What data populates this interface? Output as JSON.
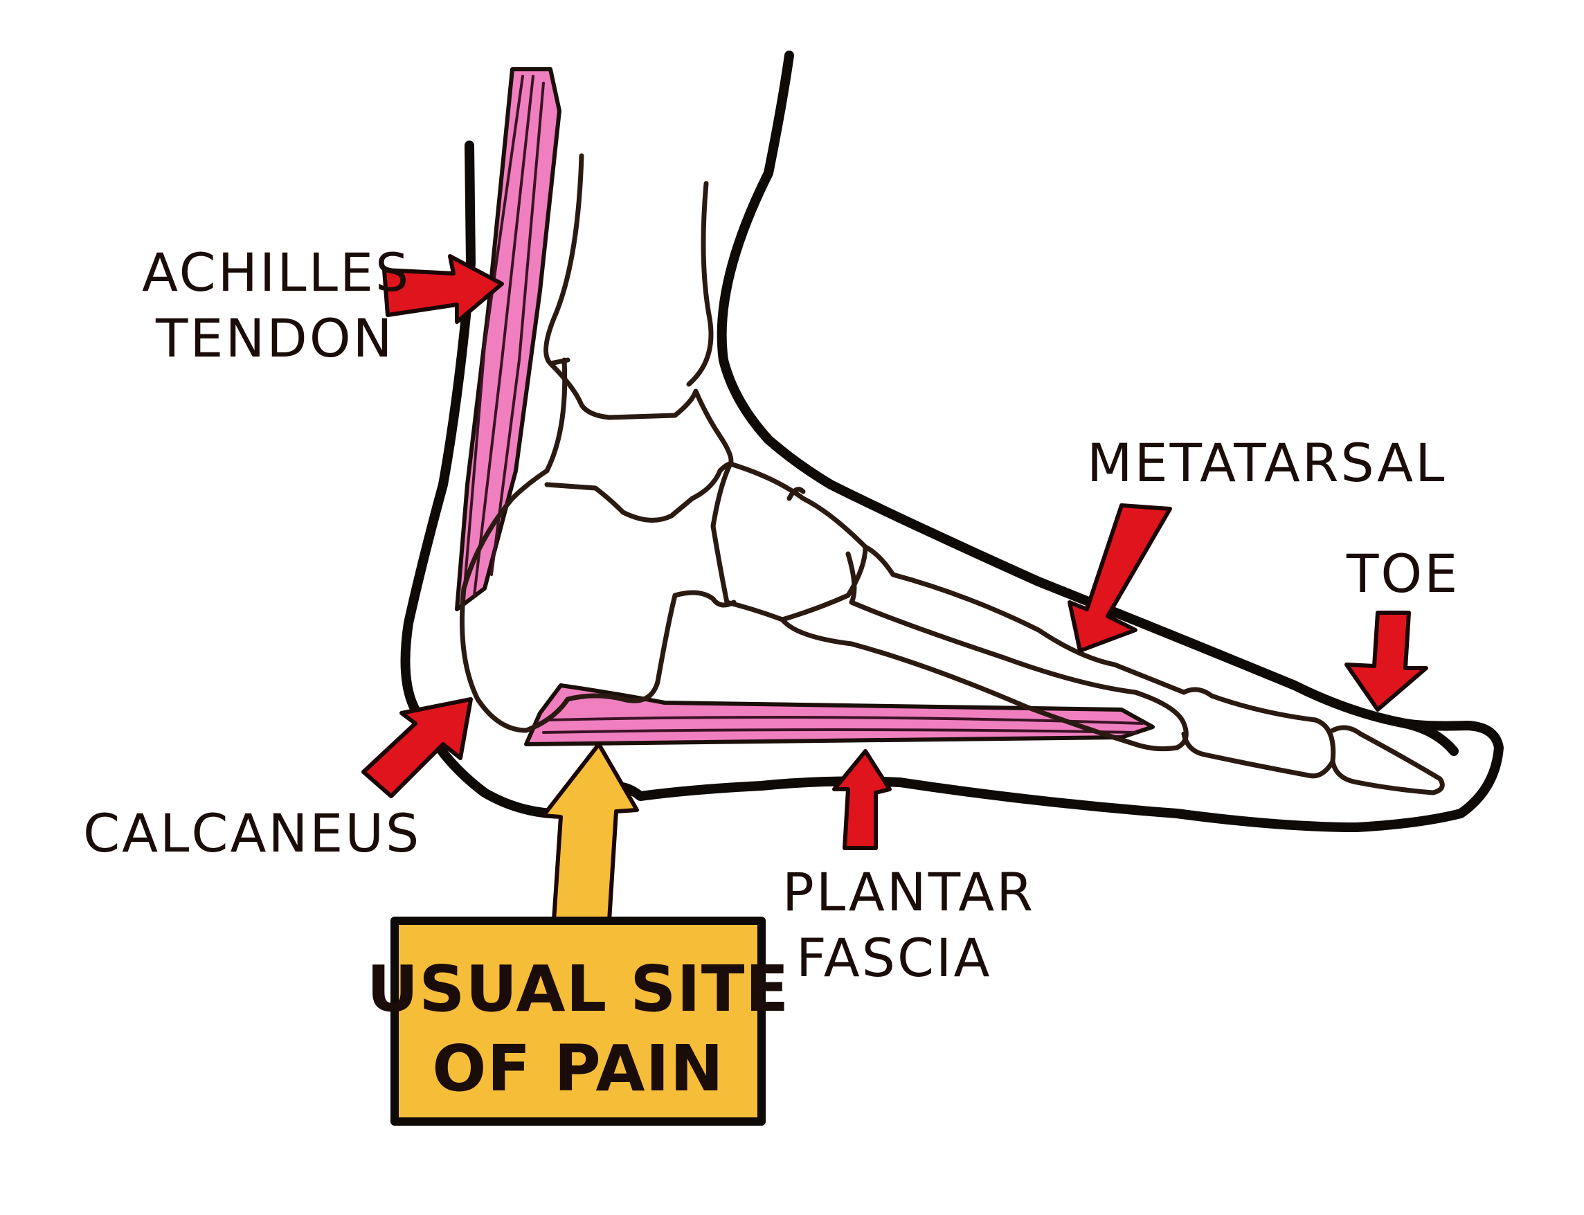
{
  "labels": {
    "achilles_line1": "ACHILLES",
    "achilles_line2": "TENDON",
    "metatarsal": "METATARSAL",
    "toe": "TOE",
    "calcaneus": "CALCANEUS",
    "plantar_line1": "PLANTAR",
    "plantar_line2": "FASCIA"
  },
  "callout": {
    "line1": "USUAL SITE",
    "line2": "OF PAIN"
  },
  "colors": {
    "outline": "#0d0a08",
    "tendon_pink": "#f07fc0",
    "arrow_red": "#e0141c",
    "callout_yellow": "#f6bd38"
  }
}
